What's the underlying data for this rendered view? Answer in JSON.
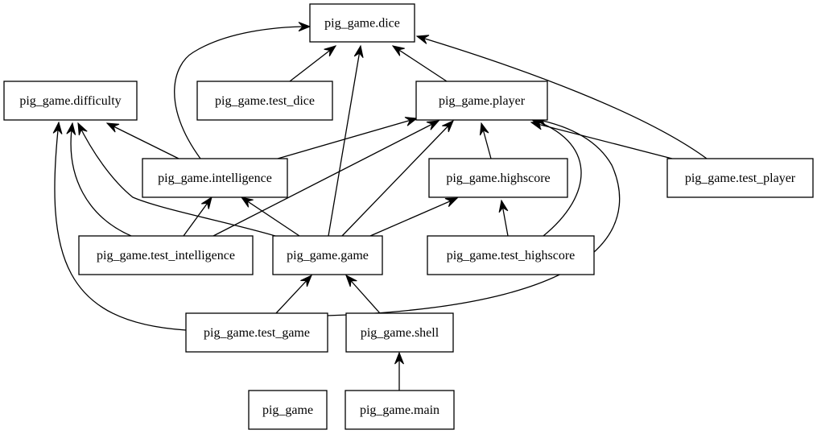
{
  "diagram": {
    "nodes": [
      {
        "id": "dice",
        "label": "pig_game.dice"
      },
      {
        "id": "difficulty",
        "label": "pig_game.difficulty"
      },
      {
        "id": "test_dice",
        "label": "pig_game.test_dice"
      },
      {
        "id": "player",
        "label": "pig_game.player"
      },
      {
        "id": "intelligence",
        "label": "pig_game.intelligence"
      },
      {
        "id": "highscore",
        "label": "pig_game.highscore"
      },
      {
        "id": "test_player",
        "label": "pig_game.test_player"
      },
      {
        "id": "test_intelligence",
        "label": "pig_game.test_intelligence"
      },
      {
        "id": "game",
        "label": "pig_game.game"
      },
      {
        "id": "test_highscore",
        "label": "pig_game.test_highscore"
      },
      {
        "id": "test_game",
        "label": "pig_game.test_game"
      },
      {
        "id": "shell",
        "label": "pig_game.shell"
      },
      {
        "id": "pig_game",
        "label": "pig_game"
      },
      {
        "id": "main",
        "label": "pig_game.main"
      }
    ],
    "edges": [
      {
        "from": "test_dice",
        "to": "dice"
      },
      {
        "from": "player",
        "to": "dice"
      },
      {
        "from": "intelligence",
        "to": "dice"
      },
      {
        "from": "game",
        "to": "dice"
      },
      {
        "from": "test_player",
        "to": "dice"
      },
      {
        "from": "intelligence",
        "to": "difficulty"
      },
      {
        "from": "intelligence",
        "to": "player"
      },
      {
        "from": "highscore",
        "to": "player"
      },
      {
        "from": "test_player",
        "to": "player"
      },
      {
        "from": "test_intelligence",
        "to": "intelligence"
      },
      {
        "from": "test_intelligence",
        "to": "difficulty"
      },
      {
        "from": "test_intelligence",
        "to": "player"
      },
      {
        "from": "game",
        "to": "intelligence"
      },
      {
        "from": "game",
        "to": "difficulty"
      },
      {
        "from": "game",
        "to": "player"
      },
      {
        "from": "game",
        "to": "highscore"
      },
      {
        "from": "test_highscore",
        "to": "highscore"
      },
      {
        "from": "test_highscore",
        "to": "player"
      },
      {
        "from": "test_game",
        "to": "game"
      },
      {
        "from": "test_game",
        "to": "difficulty"
      },
      {
        "from": "test_game",
        "to": "player"
      },
      {
        "from": "shell",
        "to": "game"
      },
      {
        "from": "main",
        "to": "shell"
      }
    ]
  }
}
